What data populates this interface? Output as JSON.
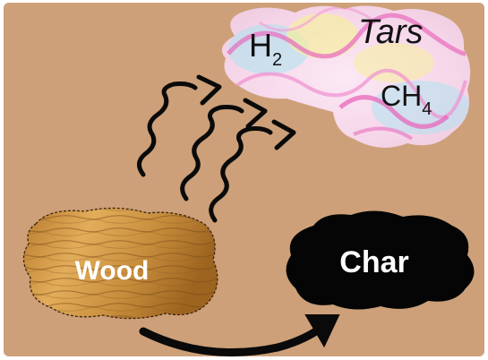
{
  "diagram": {
    "nodes": {
      "wood": {
        "label": "Wood"
      },
      "char": {
        "label": "Char"
      },
      "gas_cloud": {
        "tars": "Tars",
        "h2": {
          "base": "H",
          "sub": "2"
        },
        "ch4": {
          "base": "CH",
          "sub": "4"
        }
      }
    },
    "edges": [
      {
        "from": "wood",
        "to": "char",
        "style": "curved-arrow"
      },
      {
        "from": "wood",
        "to": "gas_cloud",
        "style": "wavy-arrows",
        "count": 3
      }
    ]
  },
  "colors": {
    "background": "#cda079",
    "wood_light": "#d9a352",
    "wood_dark": "#8a5518",
    "char": "#050505",
    "arrow": "#0a0a0a",
    "text_light": "#ffffff",
    "text_dark": "#111111",
    "cloud_pink": "#f4a8d8",
    "cloud_yellow": "#f6ef9a",
    "cloud_cyan": "#a9e4ef"
  }
}
